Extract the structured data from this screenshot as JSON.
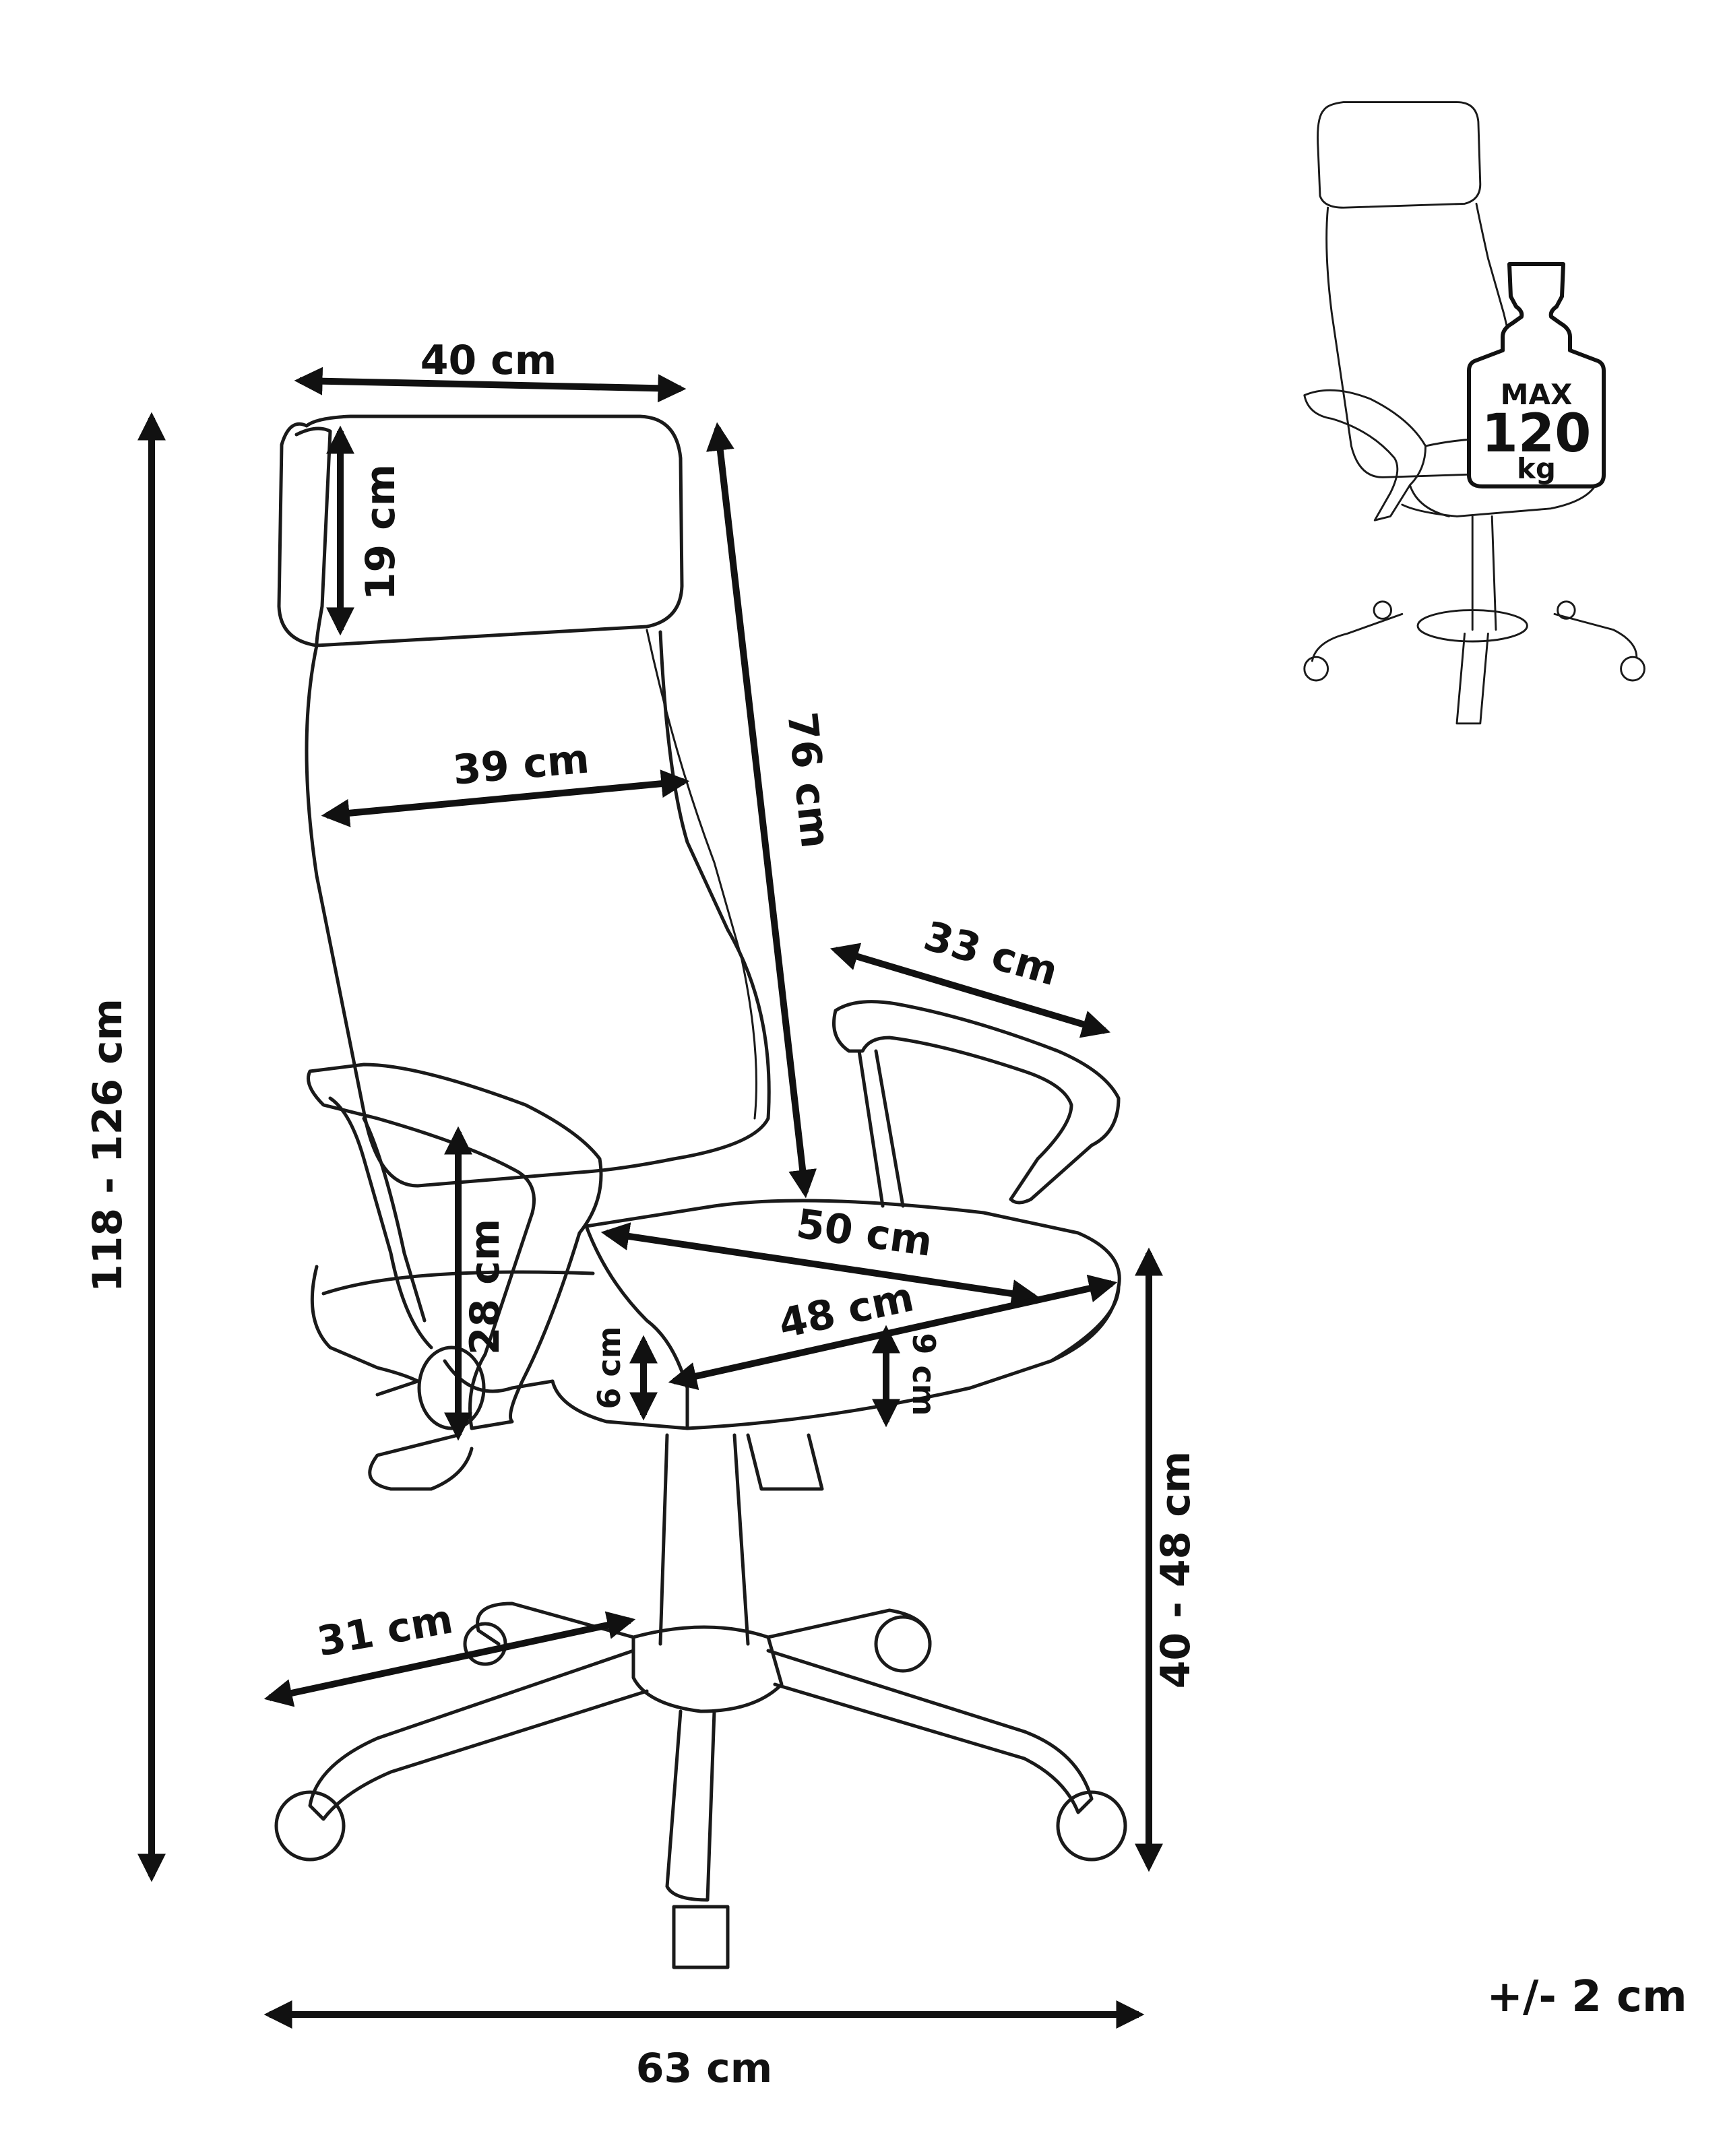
{
  "dimensions": {
    "headrest_width": "40 cm",
    "headrest_height": "19 cm",
    "backrest_width": "39 cm",
    "backrest_height": "76 cm",
    "armrest_length": "33 cm",
    "total_height": "118 - 126 cm",
    "armrest_height": "28 cm",
    "seat_width": "50 cm",
    "seat_depth": "48 cm",
    "seat_front_thickness": "6 cm",
    "seat_thickness": "9 cm",
    "seat_height": "40 - 48 cm",
    "leg_length": "31 cm",
    "base_width": "63 cm"
  },
  "load_badge": {
    "line1": "MAX",
    "line2": "120",
    "line3": "kg"
  },
  "tolerance": "+/- 2 cm"
}
